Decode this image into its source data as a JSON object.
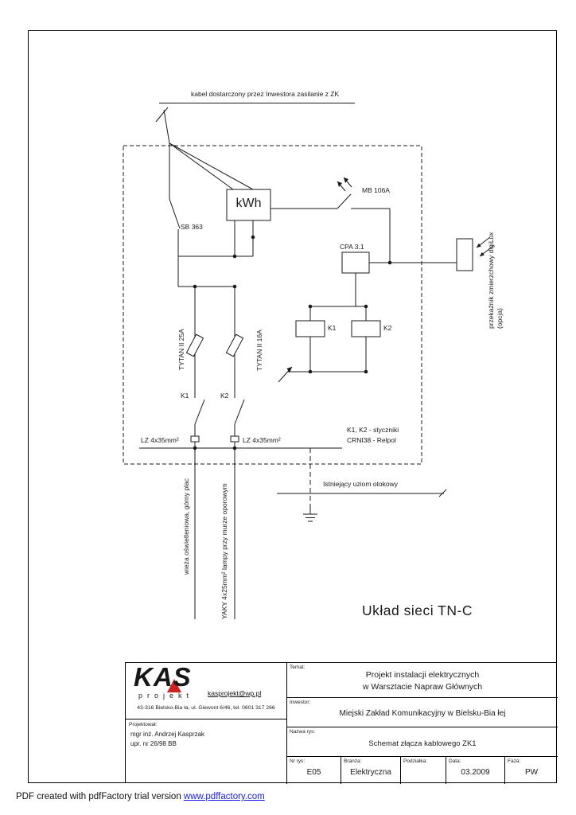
{
  "colors": {
    "logo_red": "#cc2222",
    "link_blue": "#1a1aee",
    "line_black": "#1a1a1a"
  },
  "schematic": {
    "top_cable_note": "kabel dostarczony przez Inwestora zasilanie z ZK",
    "meter_label": "kWh",
    "switch_label": "SB 363",
    "breaker_label": "MB 106A",
    "controller_label": "CPA 3.1",
    "relay1_label": "K1",
    "relay2_label": "K2",
    "fuse1_label": "TYTAN II 25A",
    "fuse2_label": "TYTAN II 16A",
    "contact1_label": "K1",
    "contact2_label": "K2",
    "lz_left_label": "LZ 4x35mm²",
    "lz_right_label": "LZ 4x35mm²",
    "contactor_note_line1": "K1, K2 - styczniki",
    "contactor_note_line2": "CRNI38 - Relpol",
    "twilight_relay_note_line1": "przekaźnik zmierzchowy digiLux",
    "twilight_relay_note_line2": "(opcja)",
    "ground_note": "Istniejący uziom otokowy",
    "cable1_note": "wieża oświetleniowa, górny plac",
    "cable2_note": "YAKY 4x25mm² lampy przy murze oporowym",
    "network_type": "Układ sieci TN-C"
  },
  "title_block": {
    "logo_text": "KAS",
    "logo_sub": "projekt",
    "email": "kasprojekt@wp.pl",
    "address": "43-316 Bielsko-Bia ła, ul. Giewont 6/46, tel. 0601 317 266",
    "designer_label": "Projektował:",
    "designer_name": "mgr inż. Andrzej Kasprzak",
    "designer_license": "upr. nr 26/98 BB",
    "temat_label": "Temat:",
    "temat_line1": "Projekt instalacji elektrycznych",
    "temat_line2": "w Warsztacie Napraw Głównych",
    "inwestor_label": "Inwestor:",
    "inwestor_value": "Miejski Zakład Komunikacyjny w Bielsku-Bia łej",
    "nazwa_label": "Nazwa rys:",
    "nazwa_value": "Schemat złącza kablowego ZK1",
    "nr_label": "Nr rys:",
    "nr_value": "E05",
    "branza_label": "Branża:",
    "branza_value": "Elektryczna",
    "podzialka_label": "Podziałka:",
    "data_label": "Data:",
    "data_value": "03.2009",
    "faza_label": "Faza:",
    "faza_value": "PW"
  },
  "footer": {
    "pdf_note_prefix": "PDF created with pdfFactory trial version ",
    "pdf_note_link": "www.pdffactory.com"
  }
}
